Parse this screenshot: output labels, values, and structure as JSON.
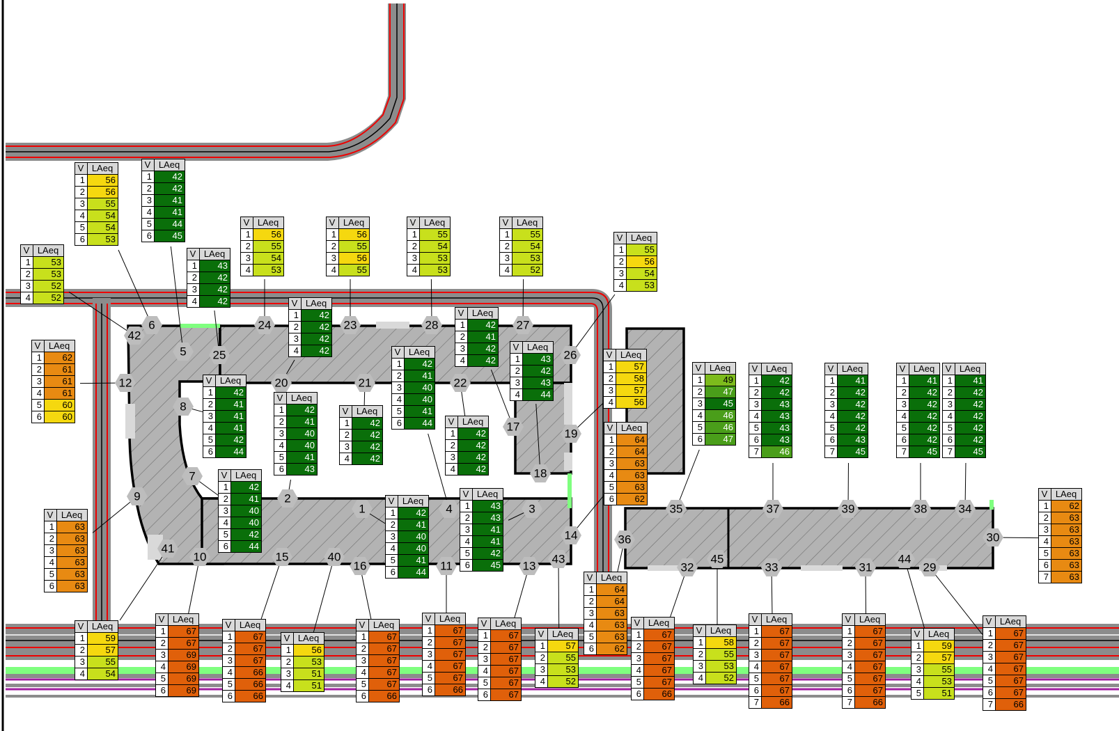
{
  "legend": {
    "col_v": "V",
    "col_laeq": "LAeq",
    "colors": {
      "dark_green": "#0a6f0a",
      "mid_green": "#4a9e1a",
      "light_green": "#7dbb1c",
      "yellow_green": "#c8e01c",
      "yellow": "#f5d80f",
      "orange": "#e88a12",
      "dark_orange": "#e0600a"
    }
  },
  "receivers": [
    "1",
    "2",
    "3",
    "4",
    "5",
    "6",
    "7",
    "8",
    "9",
    "10",
    "11",
    "12",
    "13",
    "14",
    "15",
    "16",
    "17",
    "18",
    "19",
    "20",
    "21",
    "22",
    "23",
    "24",
    "25",
    "26",
    "27",
    "28",
    "29",
    "30",
    "31",
    "32",
    "33",
    "34",
    "35",
    "36",
    "37",
    "38",
    "39",
    "40",
    "41",
    "42",
    "43",
    "44",
    "45"
  ],
  "tables": [
    {
      "id": "t6",
      "rows": [
        [
          "1",
          "56"
        ],
        [
          "2",
          "56"
        ],
        [
          "3",
          "55"
        ],
        [
          "4",
          "54"
        ],
        [
          "5",
          "54"
        ],
        [
          "6",
          "53"
        ]
      ]
    },
    {
      "id": "t5",
      "rows": [
        [
          "1",
          "42"
        ],
        [
          "2",
          "42"
        ],
        [
          "3",
          "41"
        ],
        [
          "4",
          "41"
        ],
        [
          "5",
          "44"
        ],
        [
          "6",
          "45"
        ]
      ]
    },
    {
      "id": "t42",
      "rows": [
        [
          "1",
          "53"
        ],
        [
          "2",
          "53"
        ],
        [
          "3",
          "52"
        ],
        [
          "4",
          "52"
        ]
      ]
    },
    {
      "id": "t25",
      "rows": [
        [
          "1",
          "43"
        ],
        [
          "2",
          "42"
        ],
        [
          "3",
          "42"
        ],
        [
          "4",
          "42"
        ]
      ]
    },
    {
      "id": "t24",
      "rows": [
        [
          "1",
          "56"
        ],
        [
          "2",
          "55"
        ],
        [
          "3",
          "54"
        ],
        [
          "4",
          "53"
        ]
      ]
    },
    {
      "id": "t23",
      "rows": [
        [
          "1",
          "56"
        ],
        [
          "2",
          "55"
        ],
        [
          "3",
          "56"
        ],
        [
          "4",
          "55"
        ]
      ]
    },
    {
      "id": "t28",
      "rows": [
        [
          "1",
          "55"
        ],
        [
          "2",
          "54"
        ],
        [
          "3",
          "53"
        ],
        [
          "4",
          "53"
        ]
      ]
    },
    {
      "id": "t27",
      "rows": [
        [
          "1",
          "55"
        ],
        [
          "2",
          "54"
        ],
        [
          "3",
          "53"
        ],
        [
          "4",
          "52"
        ]
      ]
    },
    {
      "id": "t26",
      "rows": [
        [
          "1",
          "55"
        ],
        [
          "2",
          "56"
        ],
        [
          "3",
          "54"
        ],
        [
          "4",
          "53"
        ]
      ]
    },
    {
      "id": "t12",
      "rows": [
        [
          "1",
          "62"
        ],
        [
          "2",
          "61"
        ],
        [
          "3",
          "61"
        ],
        [
          "4",
          "61"
        ],
        [
          "5",
          "60"
        ],
        [
          "6",
          "60"
        ]
      ]
    },
    {
      "id": "t20",
      "rows": [
        [
          "1",
          "42"
        ],
        [
          "2",
          "42"
        ],
        [
          "3",
          "42"
        ],
        [
          "4",
          "42"
        ]
      ]
    },
    {
      "id": "t17",
      "rows": [
        [
          "1",
          "42"
        ],
        [
          "2",
          "41"
        ],
        [
          "3",
          "42"
        ],
        [
          "4",
          "42"
        ]
      ]
    },
    {
      "id": "t18",
      "rows": [
        [
          "1",
          "43"
        ],
        [
          "2",
          "42"
        ],
        [
          "3",
          "43"
        ],
        [
          "4",
          "44"
        ]
      ]
    },
    {
      "id": "t19",
      "rows": [
        [
          "1",
          "57"
        ],
        [
          "2",
          "58"
        ],
        [
          "3",
          "57"
        ],
        [
          "4",
          "56"
        ]
      ]
    },
    {
      "id": "t8",
      "rows": [
        [
          "1",
          "42"
        ],
        [
          "2",
          "41"
        ],
        [
          "3",
          "41"
        ],
        [
          "4",
          "41"
        ],
        [
          "5",
          "42"
        ],
        [
          "6",
          "44"
        ]
      ]
    },
    {
      "id": "t2",
      "rows": [
        [
          "1",
          "42"
        ],
        [
          "2",
          "41"
        ],
        [
          "3",
          "40"
        ],
        [
          "4",
          "40"
        ],
        [
          "5",
          "41"
        ],
        [
          "6",
          "43"
        ]
      ]
    },
    {
      "id": "t21",
      "rows": [
        [
          "1",
          "42"
        ],
        [
          "2",
          "42"
        ],
        [
          "3",
          "42"
        ],
        [
          "4",
          "42"
        ]
      ]
    },
    {
      "id": "t4",
      "rows": [
        [
          "1",
          "42"
        ],
        [
          "2",
          "41"
        ],
        [
          "3",
          "40"
        ],
        [
          "4",
          "40"
        ],
        [
          "5",
          "41"
        ],
        [
          "6",
          "44"
        ]
      ]
    },
    {
      "id": "t22",
      "rows": [
        [
          "1",
          "42"
        ],
        [
          "2",
          "42"
        ],
        [
          "3",
          "42"
        ],
        [
          "4",
          "42"
        ]
      ]
    },
    {
      "id": "t14",
      "rows": [
        [
          "1",
          "64"
        ],
        [
          "2",
          "64"
        ],
        [
          "3",
          "63"
        ],
        [
          "4",
          "63"
        ],
        [
          "5",
          "63"
        ],
        [
          "6",
          "62"
        ]
      ]
    },
    {
      "id": "t35",
      "rows": [
        [
          "1",
          "49"
        ],
        [
          "2",
          "47"
        ],
        [
          "3",
          "45"
        ],
        [
          "4",
          "46"
        ],
        [
          "5",
          "46"
        ],
        [
          "6",
          "47"
        ]
      ]
    },
    {
      "id": "t37",
      "rows": [
        [
          "1",
          "42"
        ],
        [
          "2",
          "42"
        ],
        [
          "3",
          "43"
        ],
        [
          "4",
          "43"
        ],
        [
          "5",
          "43"
        ],
        [
          "6",
          "43"
        ],
        [
          "7",
          "46"
        ]
      ]
    },
    {
      "id": "t39",
      "rows": [
        [
          "1",
          "41"
        ],
        [
          "2",
          "42"
        ],
        [
          "3",
          "42"
        ],
        [
          "4",
          "42"
        ],
        [
          "5",
          "42"
        ],
        [
          "6",
          "43"
        ],
        [
          "7",
          "45"
        ]
      ]
    },
    {
      "id": "t38",
      "rows": [
        [
          "1",
          "41"
        ],
        [
          "2",
          "42"
        ],
        [
          "3",
          "42"
        ],
        [
          "4",
          "42"
        ],
        [
          "5",
          "42"
        ],
        [
          "6",
          "42"
        ],
        [
          "7",
          "45"
        ]
      ]
    },
    {
      "id": "t34",
      "rows": [
        [
          "1",
          "41"
        ],
        [
          "2",
          "42"
        ],
        [
          "3",
          "42"
        ],
        [
          "4",
          "42"
        ],
        [
          "5",
          "42"
        ],
        [
          "6",
          "42"
        ],
        [
          "7",
          "45"
        ]
      ]
    },
    {
      "id": "t30",
      "rows": [
        [
          "1",
          "62"
        ],
        [
          "2",
          "63"
        ],
        [
          "3",
          "63"
        ],
        [
          "4",
          "63"
        ],
        [
          "5",
          "63"
        ],
        [
          "6",
          "63"
        ],
        [
          "7",
          "63"
        ]
      ]
    },
    {
      "id": "t7",
      "rows": [
        [
          "1",
          "42"
        ],
        [
          "2",
          "41"
        ],
        [
          "3",
          "40"
        ],
        [
          "4",
          "40"
        ],
        [
          "5",
          "42"
        ],
        [
          "6",
          "44"
        ]
      ]
    },
    {
      "id": "t1",
      "rows": [
        [
          "1",
          "42"
        ],
        [
          "2",
          "41"
        ],
        [
          "3",
          "40"
        ],
        [
          "4",
          "40"
        ],
        [
          "5",
          "41"
        ],
        [
          "6",
          "44"
        ]
      ]
    },
    {
      "id": "t3",
      "rows": [
        [
          "1",
          "43"
        ],
        [
          "2",
          "43"
        ],
        [
          "3",
          "41"
        ],
        [
          "4",
          "41"
        ],
        [
          "5",
          "42"
        ],
        [
          "6",
          "45"
        ]
      ]
    },
    {
      "id": "t9",
      "rows": [
        [
          "1",
          "63"
        ],
        [
          "2",
          "63"
        ],
        [
          "3",
          "63"
        ],
        [
          "4",
          "63"
        ],
        [
          "5",
          "63"
        ],
        [
          "6",
          "63"
        ]
      ]
    },
    {
      "id": "t41",
      "rows": [
        [
          "1",
          "59"
        ],
        [
          "2",
          "57"
        ],
        [
          "3",
          "55"
        ],
        [
          "4",
          "54"
        ]
      ]
    },
    {
      "id": "t10",
      "rows": [
        [
          "1",
          "67"
        ],
        [
          "2",
          "67"
        ],
        [
          "3",
          "69"
        ],
        [
          "4",
          "69"
        ],
        [
          "5",
          "69"
        ],
        [
          "6",
          "69"
        ]
      ]
    },
    {
      "id": "t15",
      "rows": [
        [
          "1",
          "67"
        ],
        [
          "2",
          "67"
        ],
        [
          "3",
          "67"
        ],
        [
          "4",
          "66"
        ],
        [
          "5",
          "66"
        ],
        [
          "6",
          "66"
        ]
      ]
    },
    {
      "id": "t40",
      "rows": [
        [
          "1",
          "56"
        ],
        [
          "2",
          "53"
        ],
        [
          "3",
          "51"
        ],
        [
          "4",
          "51"
        ]
      ]
    },
    {
      "id": "t16",
      "rows": [
        [
          "1",
          "67"
        ],
        [
          "2",
          "67"
        ],
        [
          "3",
          "67"
        ],
        [
          "4",
          "67"
        ],
        [
          "5",
          "67"
        ],
        [
          "6",
          "66"
        ]
      ]
    },
    {
      "id": "t11",
      "rows": [
        [
          "1",
          "67"
        ],
        [
          "2",
          "67"
        ],
        [
          "3",
          "67"
        ],
        [
          "4",
          "67"
        ],
        [
          "5",
          "67"
        ],
        [
          "6",
          "66"
        ]
      ]
    },
    {
      "id": "t13",
      "rows": [
        [
          "1",
          "67"
        ],
        [
          "2",
          "67"
        ],
        [
          "3",
          "67"
        ],
        [
          "4",
          "67"
        ],
        [
          "5",
          "67"
        ],
        [
          "6",
          "67"
        ]
      ]
    },
    {
      "id": "t43",
      "rows": [
        [
          "1",
          "57"
        ],
        [
          "2",
          "55"
        ],
        [
          "3",
          "53"
        ],
        [
          "4",
          "52"
        ]
      ]
    },
    {
      "id": "t36",
      "rows": [
        [
          "1",
          "64"
        ],
        [
          "2",
          "64"
        ],
        [
          "3",
          "63"
        ],
        [
          "4",
          "63"
        ],
        [
          "5",
          "63"
        ],
        [
          "6",
          "62"
        ]
      ]
    },
    {
      "id": "t32",
      "rows": [
        [
          "1",
          "67"
        ],
        [
          "2",
          "67"
        ],
        [
          "3",
          "67"
        ],
        [
          "4",
          "67"
        ],
        [
          "5",
          "67"
        ],
        [
          "6",
          "66"
        ]
      ]
    },
    {
      "id": "t45",
      "rows": [
        [
          "1",
          "58"
        ],
        [
          "2",
          "55"
        ],
        [
          "3",
          "53"
        ],
        [
          "4",
          "52"
        ]
      ]
    },
    {
      "id": "t33",
      "rows": [
        [
          "1",
          "67"
        ],
        [
          "2",
          "67"
        ],
        [
          "3",
          "67"
        ],
        [
          "4",
          "67"
        ],
        [
          "5",
          "67"
        ],
        [
          "6",
          "67"
        ],
        [
          "7",
          "66"
        ]
      ]
    },
    {
      "id": "t31",
      "rows": [
        [
          "1",
          "67"
        ],
        [
          "2",
          "67"
        ],
        [
          "3",
          "67"
        ],
        [
          "4",
          "67"
        ],
        [
          "5",
          "67"
        ],
        [
          "6",
          "67"
        ],
        [
          "7",
          "66"
        ]
      ]
    },
    {
      "id": "t44",
      "rows": [
        [
          "1",
          "59"
        ],
        [
          "2",
          "57"
        ],
        [
          "3",
          "55"
        ],
        [
          "4",
          "53"
        ],
        [
          "5",
          "51"
        ]
      ]
    },
    {
      "id": "t29",
      "rows": [
        [
          "1",
          "67"
        ],
        [
          "2",
          "67"
        ],
        [
          "3",
          "67"
        ],
        [
          "4",
          "67"
        ],
        [
          "5",
          "67"
        ],
        [
          "6",
          "67"
        ],
        [
          "7",
          "66"
        ]
      ]
    }
  ]
}
